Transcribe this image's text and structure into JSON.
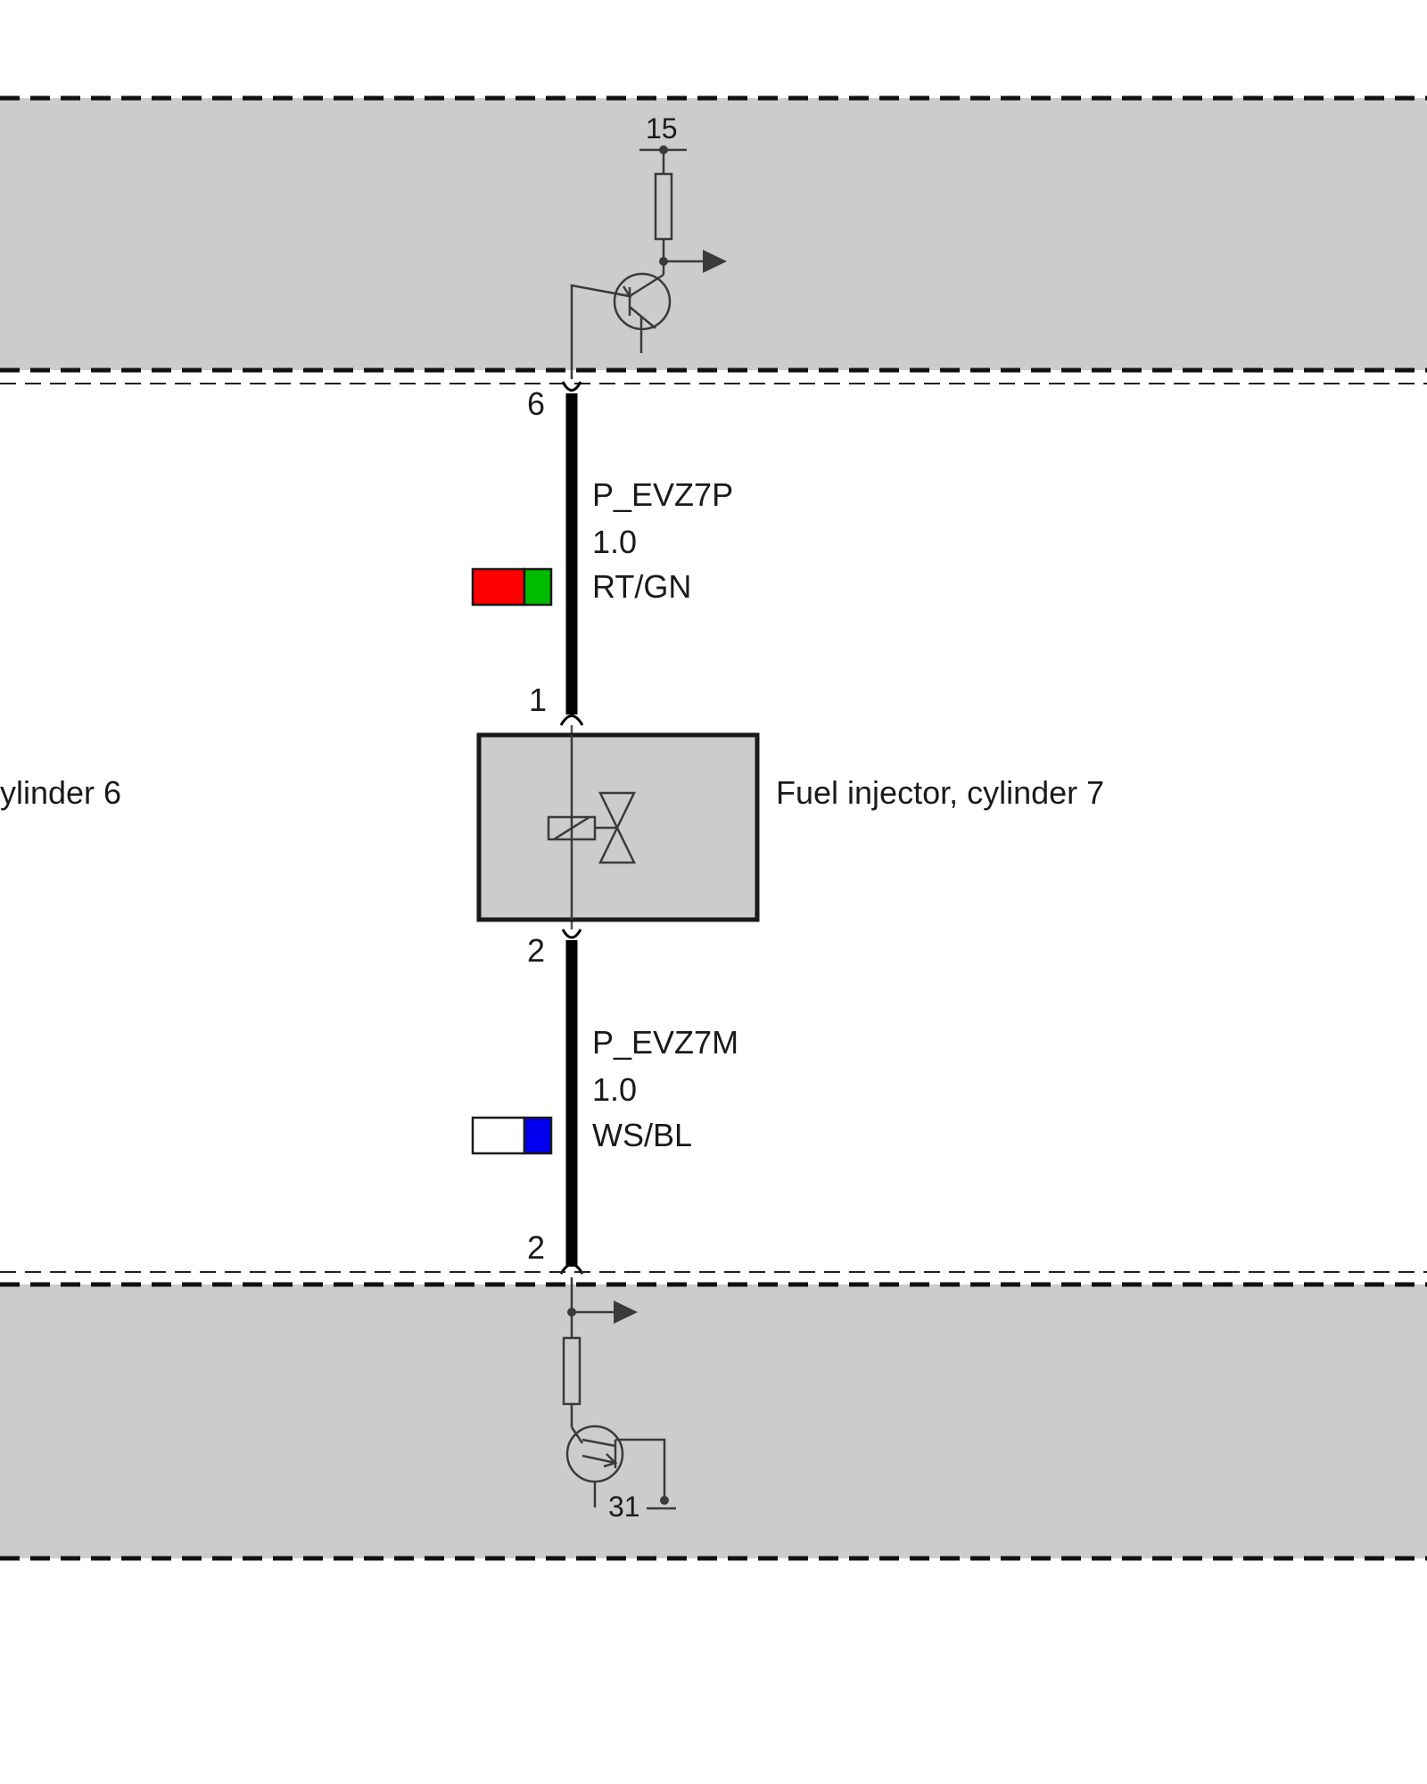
{
  "top_module": {
    "supply_terminal": "15"
  },
  "upper_wire": {
    "connector_pin": "6",
    "signal": "P_EVZ7P",
    "cross_section": "1.0",
    "color_code": "RT/GN",
    "colors": [
      "#ff0000",
      "#00bb00"
    ]
  },
  "injector": {
    "pin_top": "1",
    "pin_bottom": "2",
    "label": "Fuel injector, cylinder 7",
    "fill": "#cccccc"
  },
  "neighbor_label": "ylinder 6",
  "lower_wire": {
    "connector_pin": "2",
    "signal": "P_EVZ7M",
    "cross_section": "1.0",
    "color_code": "WS/BL",
    "colors": [
      "#ffffff",
      "#0000ee"
    ]
  },
  "bottom_module": {
    "ground_terminal": "31"
  },
  "colors": {
    "module_fill": "#cccccc",
    "line": "#3a3a3a",
    "wire": "#000000"
  }
}
